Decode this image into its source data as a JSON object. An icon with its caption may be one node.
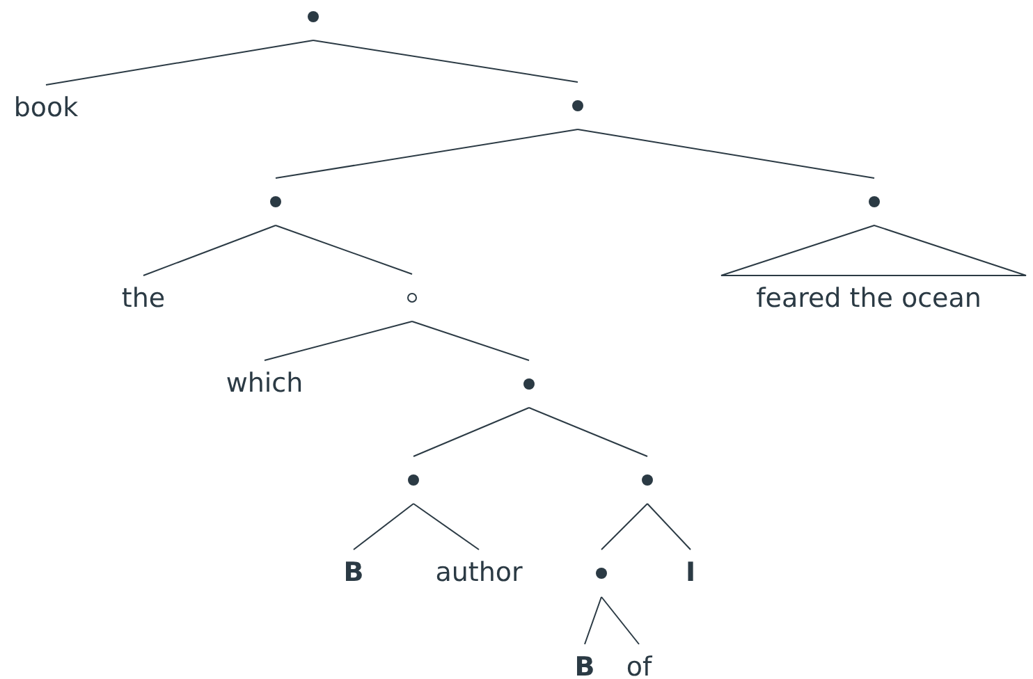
{
  "diagram": {
    "nodes": [
      {
        "text": [],
        "shape": "circle"
      },
      {
        "text": [
          "book"
        ]
      },
      {
        "text": [],
        "shape": "circle"
      },
      {
        "text": [],
        "shape": "circle"
      },
      {
        "text": [],
        "shape": "circle"
      },
      {
        "text": [
          "the"
        ]
      },
      {
        "text": [],
        "shape": "circle"
      },
      {
        "text": [
          "feared the ocean"
        ]
      },
      {
        "text": [
          "which"
        ]
      },
      {
        "text": [],
        "shape": "circle"
      },
      {
        "text": [],
        "shape": "circle"
      },
      {
        "text": [],
        "shape": "circle"
      },
      {
        "text": [
          "B"
        ]
      },
      {
        "text": [
          "author"
        ]
      },
      {
        "text": [],
        "shape": "circle"
      },
      {
        "text": [
          "I"
        ]
      },
      {
        "text": [
          "B"
        ]
      },
      {
        "text": [
          "of"
        ]
      }
    ],
    "edges": [
      {
        "from": 0,
        "to": 1,
        "arrow": "none"
      },
      {
        "from": 0,
        "to": 2,
        "arrow": "none"
      },
      {
        "from": 2,
        "to": 3,
        "arrow": "none"
      },
      {
        "from": 2,
        "to": 4,
        "arrow": "none"
      },
      {
        "from": 3,
        "to": 5,
        "arrow": "none"
      },
      {
        "from": 3,
        "to": 6,
        "arrow": "none"
      },
      {
        "from": 4,
        "to": 7,
        "arrow": "none"
      },
      {
        "from": 6,
        "to": 8,
        "arrow": "none"
      },
      {
        "from": 6,
        "to": 9,
        "arrow": "none"
      },
      {
        "from": 9,
        "to": 10,
        "arrow": "none"
      },
      {
        "from": 9,
        "to": 11,
        "arrow": "none"
      },
      {
        "from": 10,
        "to": 12,
        "arrow": "none"
      },
      {
        "from": 10,
        "to": 13,
        "arrow": "none"
      },
      {
        "from": 11,
        "to": 14,
        "arrow": "none"
      },
      {
        "from": 11,
        "to": 15,
        "arrow": "none"
      },
      {
        "from": 14,
        "to": 16,
        "arrow": "none"
      },
      {
        "from": 14,
        "to": 17,
        "arrow": "none"
      }
    ]
  }
}
